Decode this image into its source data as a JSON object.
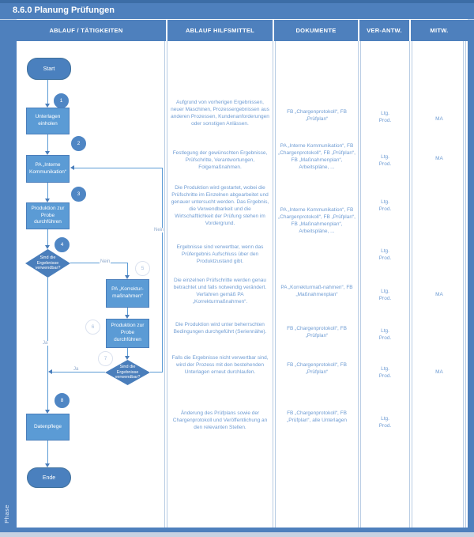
{
  "title": "8.6.0 Planung Prüfungen",
  "lane_label": "Phase",
  "columns": [
    "ABLAUF / TÄTIGKEITEN",
    "ABLAUF HILFSMITTEL",
    "DOKUMENTE",
    "VER-ANTW.",
    "MITW."
  ],
  "flow": {
    "start_label": "Start",
    "end_label": "Ende",
    "nodes": {
      "step1": "Unterlagen einholen",
      "step2": "PA „Interne Kommunikation“",
      "step3": "Produktion zur Probe durchführen",
      "decision1": "Sind die Ergebnisse verwendbar?",
      "step5": "PA „Korrektur-maßnahmen“",
      "step6": "Produktion zur Probe durchführen",
      "decision2": "Sind die Ergebnisse verwendbar?",
      "step8": "Datenpflege"
    },
    "edge_labels": {
      "yes": "Ja",
      "no": "Nein"
    }
  },
  "rows": [
    {
      "num": "1",
      "hilfsmittel": "Aufgrund von vorherigen Ergebnissen, neuer Maschinen, Prozessergebnissen aus anderen Prozessen, Kundenanforderungen oder sonstigen Anlässen.",
      "dokumente": "FB „Chargenprotokoll“, FB „Prüfplan“",
      "verantw": "Ltg. Prod.",
      "mitw": "MA"
    },
    {
      "num": "2",
      "hilfsmittel": "Festlegung der gewünschten Ergebnisse, Prüfschritte, Verantwortungen, Folgemaßnahmen.",
      "dokumente": "PA „Interne Kommunikation“, FB „Chargenprotokoll“, FB „Prüfplan“, FB „Maßnahmenplan“, Arbeitspläne, ...",
      "verantw": "Ltg. Prod.",
      "mitw": "MA"
    },
    {
      "num": "3",
      "hilfsmittel": "Die Produktion wird gestartet, wobei die Prüfschritte im Einzelnen abgearbeitet und genauer untersucht werden. Das Ergebnis, die Verwendbarkeit und die Wirtschaftlichkeit der Prüfung stehen im Vordergrund.",
      "dokumente": "PA „Interne Kommunikation“, FB „Chargenprotokoll“, FB „Prüfplan“, FB „Maßnahmenplan“, Arbeitspläne, ...",
      "verantw": "Ltg. Prod.",
      "mitw": ""
    },
    {
      "num": "4",
      "hilfsmittel": "Ergebnisse sind verwertbar, wenn das Prüfergebnis Aufschluss über den Produktzustand gibt.",
      "dokumente": "",
      "verantw": "Ltg. Prod.",
      "mitw": ""
    },
    {
      "num": "5",
      "hilfsmittel": "Die einzelnen Prüfschritte werden genau betrachtet und falls notwendig verändert. Verfahren gemäß PA „Korrekturmaßnahmen“.",
      "dokumente": "PA „Korrekturmaß-nahmen“, FB „Maßnahmenplan“",
      "verantw": "Ltg. Prod.",
      "mitw": "MA"
    },
    {
      "num": "6",
      "hilfsmittel": "Die Produktion wird unter beherrschten Bedingungen durchgeführt (Seriennähe).",
      "dokumente": "FB „Chargenprotokoll“, FB „Prüfplan“",
      "verantw": "Ltg. Prod.",
      "mitw": ""
    },
    {
      "num": "7",
      "hilfsmittel": "Falls die Ergebnisse nicht verwertbar sind, wird der Prozess mit den bestehenden Unterlagen erneut durchlaufen.",
      "dokumente": "FB „Chargenprotokoll“, FB „Prüfplan“",
      "verantw": "Ltg. Prod.",
      "mitw": "MA"
    },
    {
      "num": "8",
      "hilfsmittel": "Änderung des Prüfplans sowie der Chargenprotokoll und Veröffentlichung an den relevanten Stellen.",
      "dokumente": "FB „Chargenprotokoll“, FB „Prüfplan“, alle Unterlagen",
      "verantw": "Ltg. Prod.",
      "mitw": ""
    }
  ],
  "colors": {
    "frame": "#4e80bd",
    "process_box": "#5b9bd5",
    "decision": "#4a7ebb",
    "annotation_text": "#6f9cd3"
  }
}
